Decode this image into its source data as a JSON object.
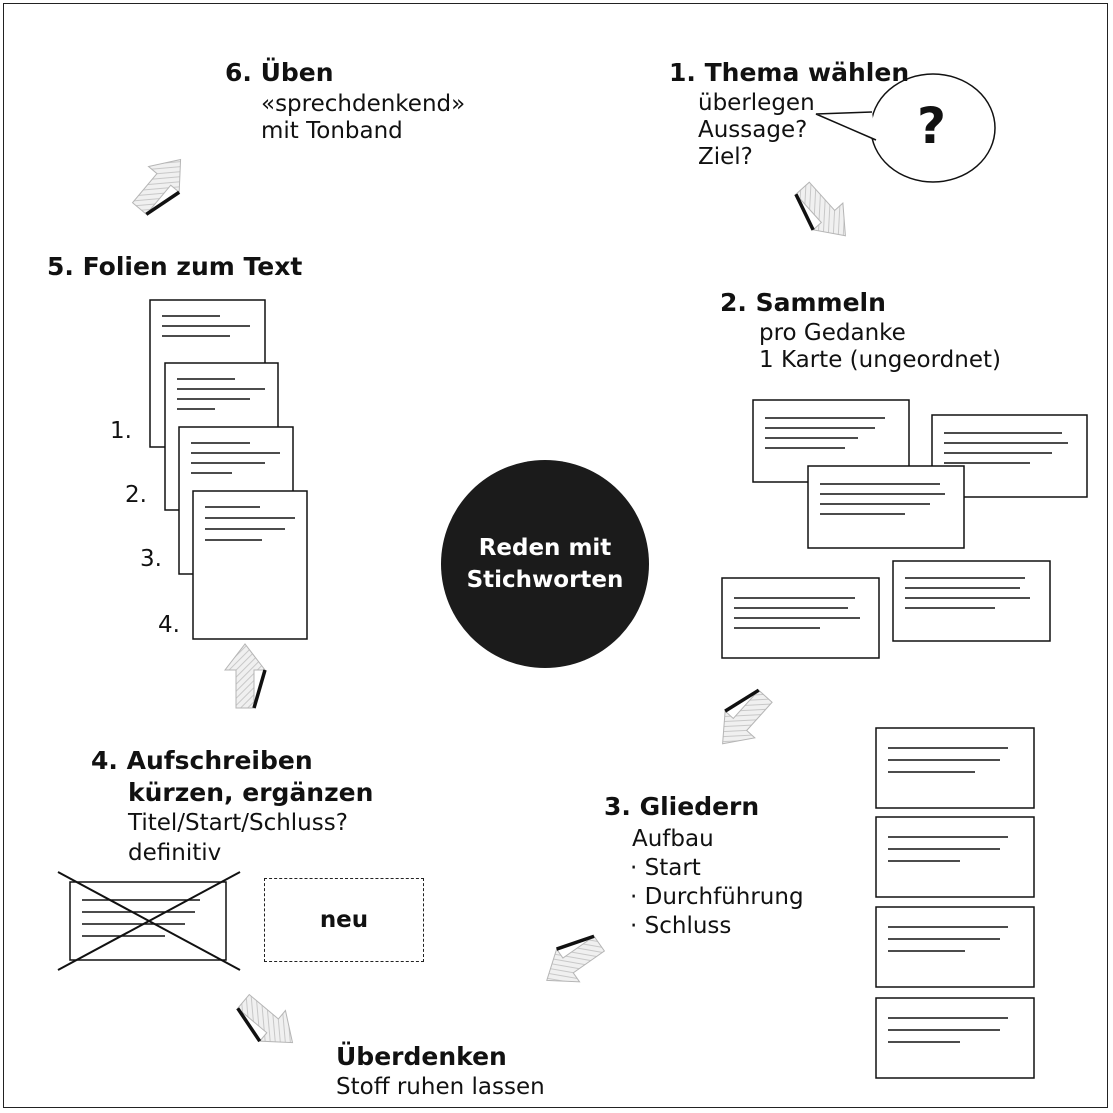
{
  "center": {
    "line1": "Reden mit",
    "line2": "Stichworten"
  },
  "step1": {
    "title": "1. Thema wählen",
    "lines": [
      "überlegen",
      "Aussage?",
      "Ziel?"
    ],
    "bubble": "?"
  },
  "step2": {
    "title": "2. Sammeln",
    "lines": [
      "pro Gedanke",
      "1 Karte (ungeordnet)"
    ]
  },
  "step3": {
    "title": "3. Gliedern",
    "lines": [
      "Aufbau",
      "· Start",
      "· Durchführung",
      "· Schluss"
    ]
  },
  "reflect": {
    "title": "Überdenken",
    "line": "Stoff ruhen lassen"
  },
  "step4": {
    "title1": "4. Aufschreiben",
    "title2": "kürzen, ergänzen",
    "lines": [
      "Titel/Start/Schluss?",
      "definitiv"
    ],
    "new_label": "neu"
  },
  "step5": {
    "title": "5. Folien zum Text",
    "numbers": [
      "1.",
      "2.",
      "3.",
      "4."
    ]
  },
  "step6": {
    "title": "6. Üben",
    "lines": [
      "«sprechdenkend»",
      "mit Tonband"
    ]
  }
}
